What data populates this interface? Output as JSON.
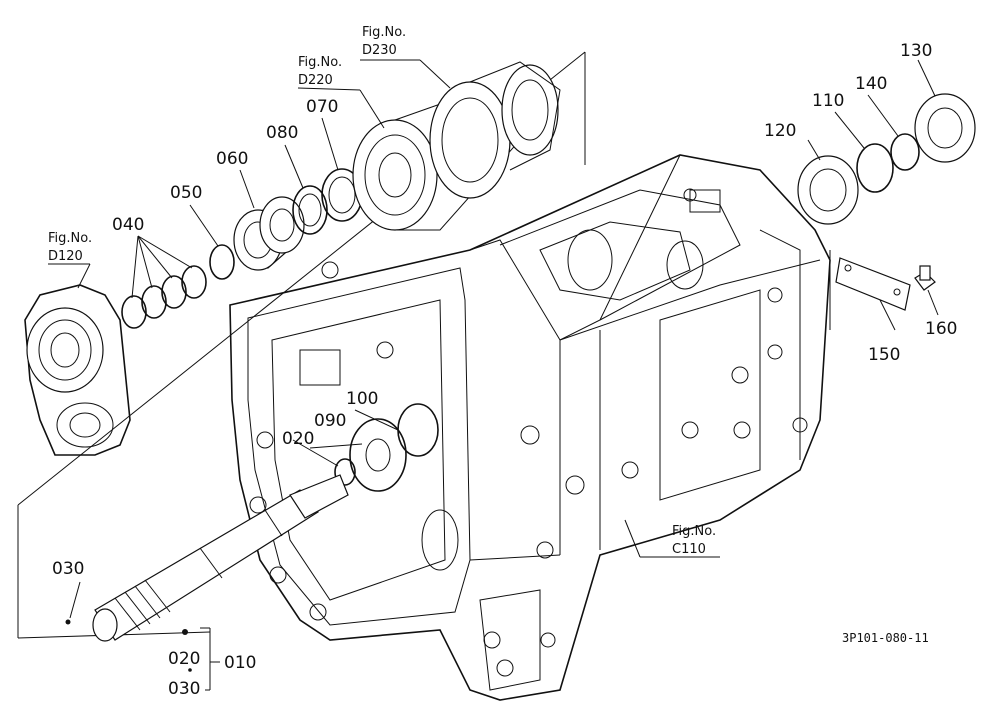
{
  "diagram": {
    "fig_refs": {
      "d230": {
        "line1": "Fig.No.",
        "line2": "D230"
      },
      "d220": {
        "line1": "Fig.No.",
        "line2": "D220"
      },
      "d120": {
        "line1": "Fig.No.",
        "line2": "D120"
      },
      "c110": {
        "line1": "Fig.No.",
        "line2": "C110"
      }
    },
    "parts": {
      "p010": "010",
      "p020a": "020",
      "p020b": "020",
      "p030a": "030",
      "p030b": "030",
      "p040": "040",
      "p050": "050",
      "p060": "060",
      "p070": "070",
      "p080": "080",
      "p090": "090",
      "p100": "100",
      "p110": "110",
      "p120": "120",
      "p130": "130",
      "p140": "140",
      "p150": "150",
      "p160": "160"
    },
    "drawing_code": "3P101-080-11"
  }
}
